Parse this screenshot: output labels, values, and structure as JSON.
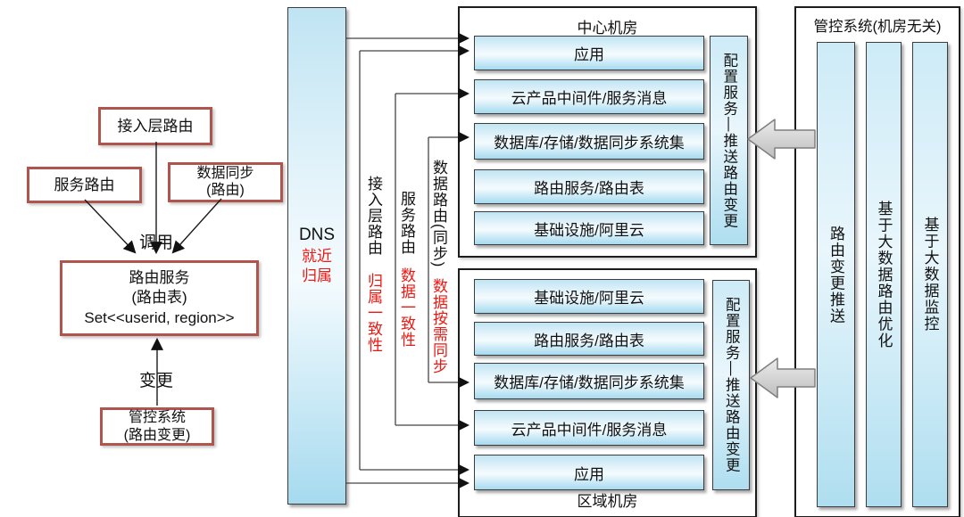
{
  "colors": {
    "red_box_border": "#b0544e",
    "red_accent_text": "#ee1812",
    "blue_box_top": "#c0e4f3",
    "blue_box_bottom": "#a6daef",
    "gray_arrow_fill": "#d6d6d6",
    "line_color": "#333333"
  },
  "left_flow": {
    "access_box": "接入层路由",
    "service_box": "服务路由",
    "data_sync_box": "数据同步\n(路由)",
    "call_label": "调用",
    "route_service_box": "路由服务\n(路由表)\nSet<<userid, region>>",
    "change_label": "变更",
    "control_box": "管控系统\n(路由变更)"
  },
  "dns": {
    "title": "DNS",
    "note": "就近\n归属"
  },
  "lanes": [
    {
      "name": "接入层路由",
      "note": "归属一致性"
    },
    {
      "name": "服务路由",
      "note": "数据一致性"
    },
    {
      "name": "数据路由(同步)",
      "note": "数据按需同步"
    }
  ],
  "central_room": {
    "title": "中心机房",
    "boxes": [
      "应用",
      "云产品中间件/服务消息",
      "数据库/存储/数据同步系统集",
      "路由服务/路由表",
      "基础设施/阿里云"
    ],
    "config_bar": "配置服务—推送路由变更"
  },
  "regional_room": {
    "title": "区域机房",
    "boxes": [
      "基础设施/阿里云",
      "路由服务/路由表",
      "数据库/存储/数据同步系统集",
      "云产品中间件/服务消息",
      "应用"
    ],
    "config_bar": "配置服务—推送路由变更"
  },
  "control_system": {
    "title": "管控系统(机房无关)",
    "bars": [
      "路由变更推送",
      "基于大数据路由优化",
      "基于大数据监控"
    ]
  }
}
